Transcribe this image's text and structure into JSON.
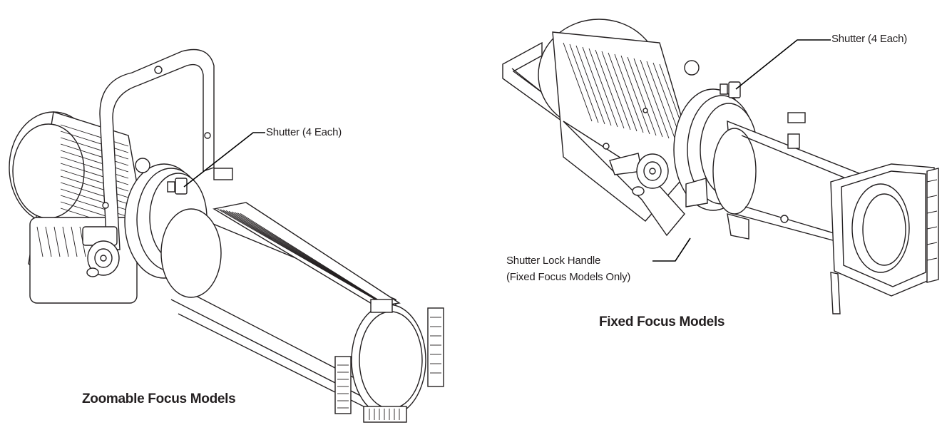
{
  "figures": [
    {
      "caption": "Zoomable Focus Models",
      "callouts": [
        {
          "text": "Shutter (4 Each)"
        }
      ]
    },
    {
      "caption": "Fixed Focus Models",
      "callouts": [
        {
          "text": "Shutter (4 Each)"
        },
        {
          "text": "Shutter Lock Handle",
          "subtext": "(Fixed Focus Models Only)"
        }
      ]
    }
  ]
}
